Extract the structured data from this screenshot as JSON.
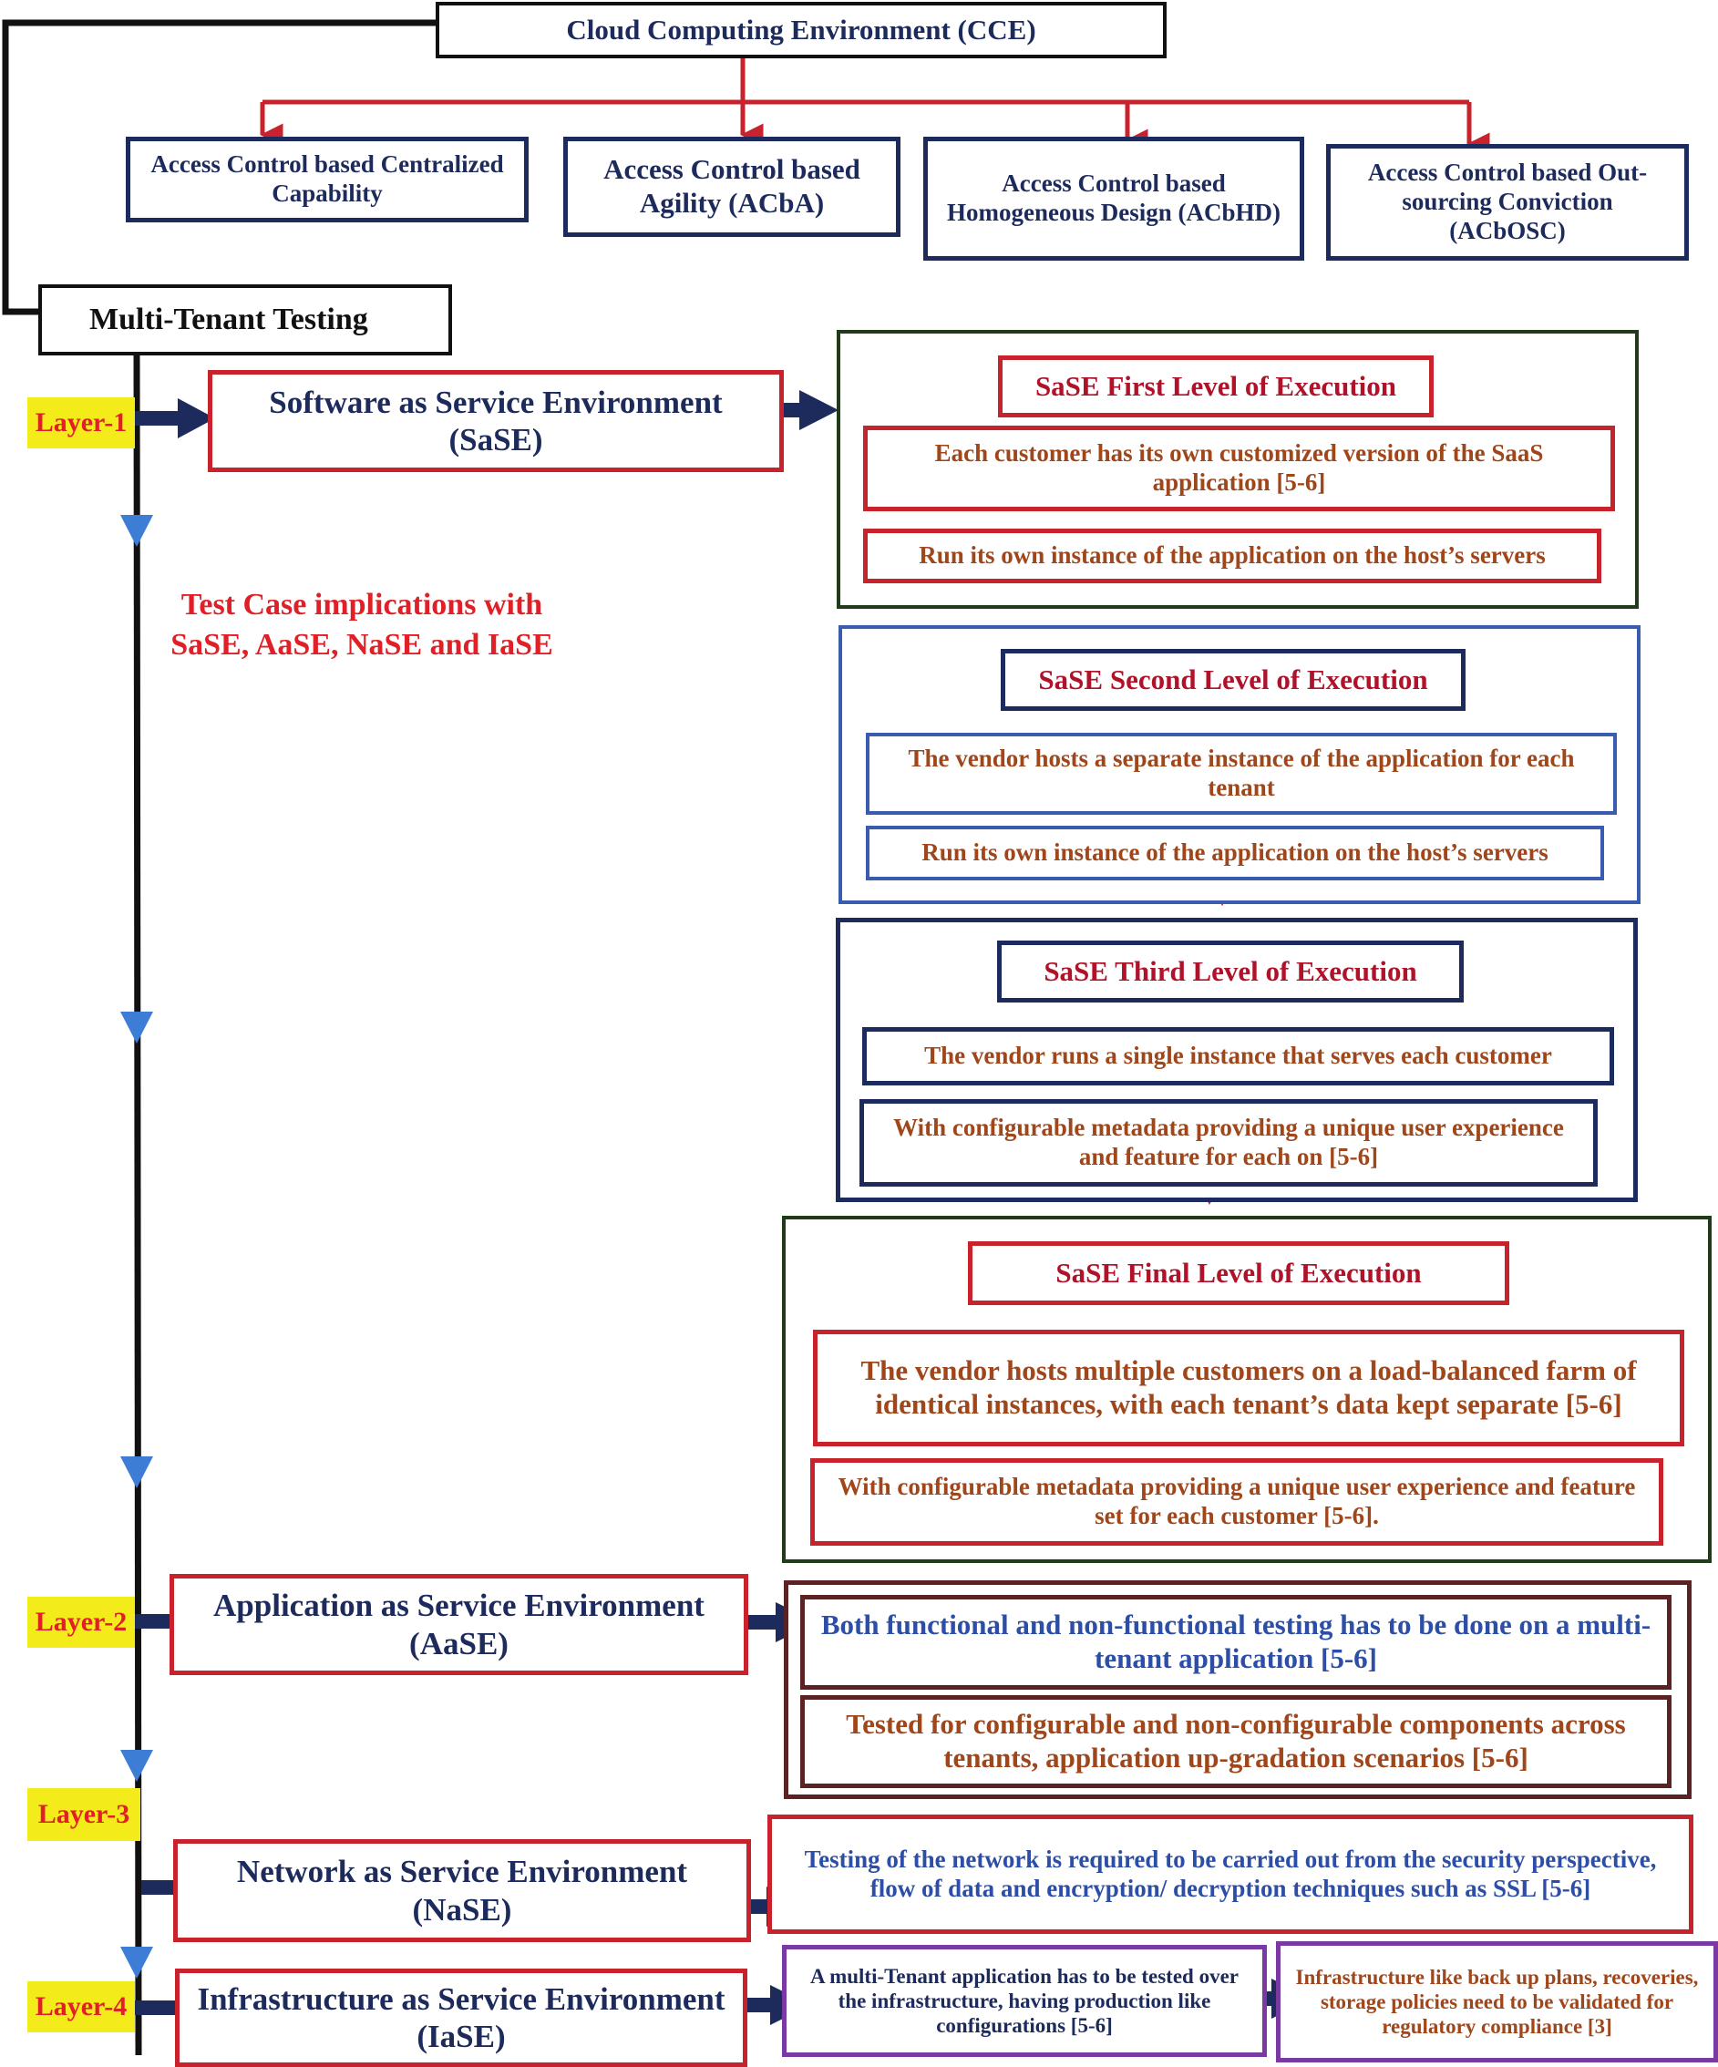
{
  "top": {
    "cce": "Cloud Computing Environment (CCE)",
    "acbcc": "Access Control based Centralized Capability",
    "acba": "Access Control based Agility (ACbA)",
    "acbhd": "Access Control based Homogeneous Design (ACbHD)",
    "acbosc": "Access Control based Out-sourcing Conviction (ACbOSC)"
  },
  "multi_tenant": "Multi-Tenant Testing",
  "test_case_note": "Test Case implications with SaSE, AaSE, NaSE and IaSE",
  "layers": {
    "l1": "Layer-1",
    "l2": "Layer-2",
    "l3": "Layer-3",
    "l4": "Layer-4"
  },
  "environments": {
    "sase": "Software as Service Environment (SaSE)",
    "aase": "Application as Service Environment (AaSE)",
    "nase": "Network as Service Environment (NaSE)",
    "iase": "Infrastructure as Service Environment (IaSE)"
  },
  "sase_levels": {
    "first": {
      "title": "SaSE First Level of Execution",
      "item1": "Each customer has its own customized version of the SaaS application [5-6]",
      "item2": "Run its own instance of the application on the host’s servers"
    },
    "second": {
      "title": "SaSE Second Level of Execution",
      "item1": "The vendor hosts a separate instance of the application for each tenant",
      "item2": "Run its own instance of the application on the host’s servers"
    },
    "third": {
      "title": "SaSE Third Level of Execution",
      "item1": "The vendor runs a single instance that serves each customer",
      "item2": "With configurable metadata providing a unique user experience and feature for each on [5-6]"
    },
    "final": {
      "title": "SaSE Final Level of Execution",
      "item1": "The vendor hosts multiple customers on a load-balanced farm of identical instances, with each tenant’s data kept separate [5-6]",
      "item2": "With configurable metadata providing a unique user experience and feature set for each customer [5-6]."
    }
  },
  "aase_details": {
    "item1": "Both functional and non-functional testing has to be done on a multi-tenant application [5-6]",
    "item2": "Tested for configurable and non-configurable components across tenants, application up-gradation scenarios [5-6]"
  },
  "nase_detail": "Testing of the network is required to be carried out from the security perspective, flow of data and encryption/ decryption techniques such as SSL [5-6]",
  "iase_details": {
    "item1": "A multi-Tenant application has to be tested over the infrastructure, having production like configurations [5-6]",
    "item2": "Infrastructure like back up plans, recoveries, storage policies need to be validated for regulatory compliance [3]"
  },
  "colors": {
    "navy": "#1c2a5c",
    "red": "#c8232c",
    "crimson": "#b0122a",
    "brown": "#a0461b",
    "blue": "#2d4ea6",
    "yellow": "#f4ec1a"
  }
}
